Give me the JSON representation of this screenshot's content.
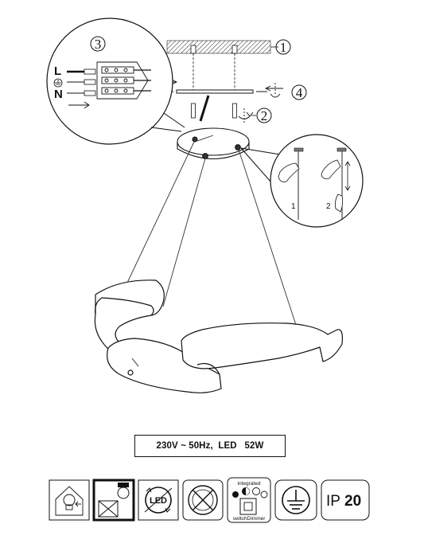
{
  "steps": [
    "1",
    "2",
    "3",
    "4"
  ],
  "wiring": {
    "live": "L",
    "neutral": "N"
  },
  "hang_steps": [
    "1",
    "2"
  ],
  "spec": "230V ~ 50Hz,  LED   52W",
  "icons": [
    {
      "name": "house-bulb-icon"
    },
    {
      "name": "no-bulb-replace-icon"
    },
    {
      "name": "led-replaceable-icon"
    },
    {
      "name": "no-dimmer-icon",
      "text": ""
    },
    {
      "name": "integrated-switch-dimmer-icon",
      "top_text": "integrated",
      "bottom_text": "switchDimmer"
    },
    {
      "name": "earth-ground-icon"
    },
    {
      "name": "ip-rating-icon",
      "prefix": "IP",
      "value": "20"
    }
  ]
}
